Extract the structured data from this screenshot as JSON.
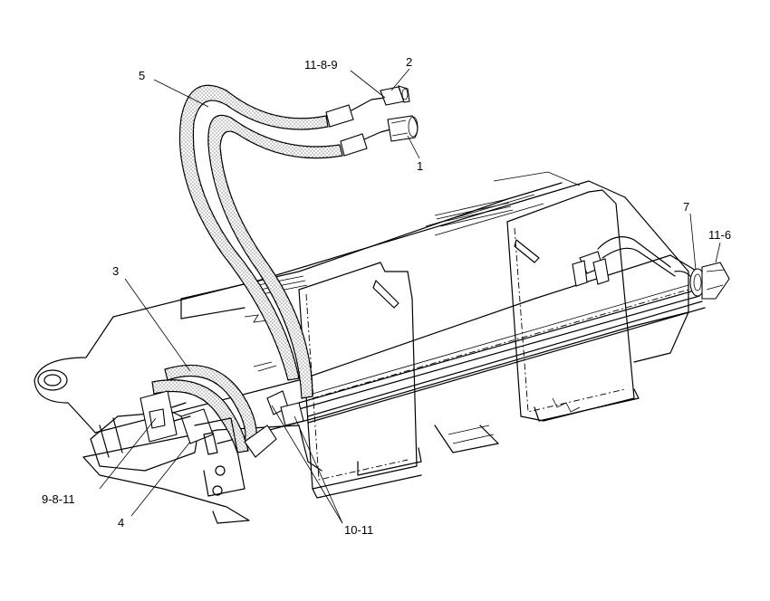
{
  "callouts": [
    {
      "id": "c1",
      "text": "1"
    },
    {
      "id": "c2",
      "text": "2"
    },
    {
      "id": "c3",
      "text": "3"
    },
    {
      "id": "c4",
      "text": "4"
    },
    {
      "id": "c5",
      "text": "5"
    },
    {
      "id": "c7",
      "text": "7"
    },
    {
      "id": "c11-8-9",
      "text": "11-8-9"
    },
    {
      "id": "c11-6",
      "text": "11-6"
    },
    {
      "id": "c9-8-11",
      "text": "9-8-11"
    },
    {
      "id": "c10-11",
      "text": "10-11"
    }
  ]
}
